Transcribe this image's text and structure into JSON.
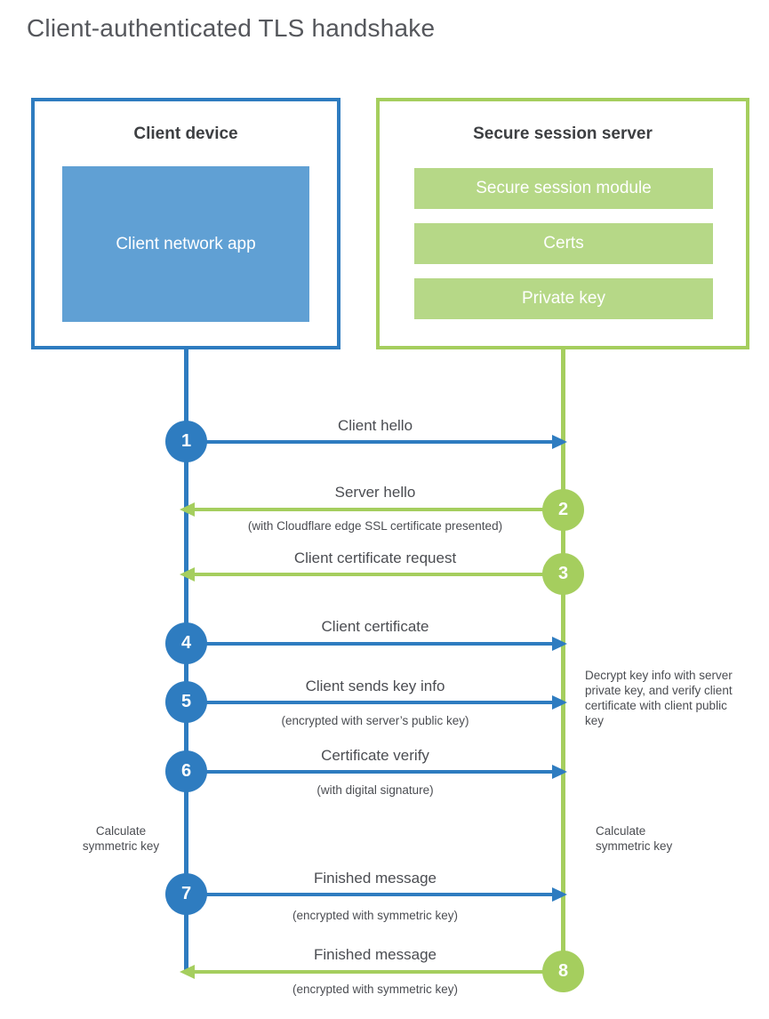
{
  "title": "Client-authenticated TLS handshake",
  "client": {
    "heading": "Client device",
    "app_label": "Client network app"
  },
  "server": {
    "heading": "Secure session server",
    "modules": [
      "Secure session module",
      "Certs",
      "Private key"
    ]
  },
  "steps": [
    {
      "num": "1",
      "label": "Client hello",
      "sub": "",
      "direction": "client-to-server"
    },
    {
      "num": "2",
      "label": "Server hello",
      "sub": "(with Cloudflare edge SSL certificate presented)",
      "direction": "server-to-client"
    },
    {
      "num": "3",
      "label": "Client certificate request",
      "sub": "",
      "direction": "server-to-client"
    },
    {
      "num": "4",
      "label": "Client certificate",
      "sub": "",
      "direction": "client-to-server"
    },
    {
      "num": "5",
      "label": "Client sends key info",
      "sub": "(encrypted with server’s public key)",
      "direction": "client-to-server"
    },
    {
      "num": "6",
      "label": "Certificate verify",
      "sub": "(with digital signature)",
      "direction": "client-to-server"
    },
    {
      "num": "7",
      "label": "Finished message",
      "sub": "(encrypted with symmetric key)",
      "direction": "client-to-server"
    },
    {
      "num": "8",
      "label": "Finished message",
      "sub": "(encrypted with symmetric key)",
      "direction": "server-to-client"
    }
  ],
  "notes": {
    "decrypt": "Decrypt key info with server private key, and verify client certificate with client public key",
    "calc_left": "Calculate symmetric key",
    "calc_right": "Calculate symmetric key"
  },
  "colors": {
    "blue": "#2e7cc0",
    "blue_light": "#60a0d4",
    "green": "#a5ce5e",
    "green_light": "#b6d887",
    "text": "#4b4d52",
    "heading": "#3d3f42"
  }
}
